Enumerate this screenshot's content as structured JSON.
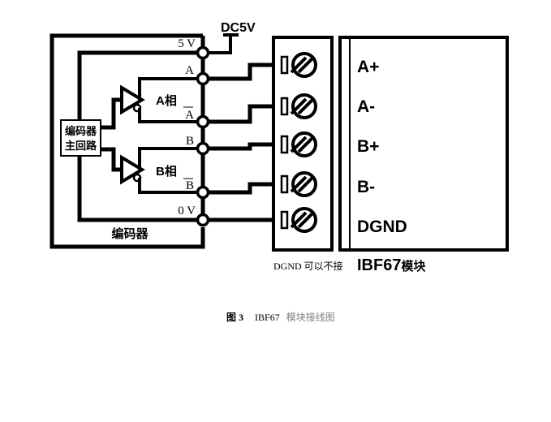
{
  "diagram": {
    "power_label": "DC5V",
    "encoder": {
      "title": "编码器",
      "main_circuit_line1": "编码器",
      "main_circuit_line2": "主回路",
      "phase_a": "A相",
      "phase_b": "B相",
      "pins": [
        {
          "id": "5v",
          "label": "5 V",
          "overline": false
        },
        {
          "id": "a",
          "label": "A",
          "overline": false
        },
        {
          "id": "a_bar",
          "label": "A",
          "overline": true
        },
        {
          "id": "b",
          "label": "B",
          "overline": false
        },
        {
          "id": "b_bar",
          "label": "B",
          "overline": true
        },
        {
          "id": "0v",
          "label": "0 V",
          "overline": false
        }
      ]
    },
    "module": {
      "title": "IBF67模块",
      "title_latin": "IBF67",
      "title_cjk": "模块",
      "terminals": [
        "A+",
        "A-",
        "B+",
        "B-",
        "DGND"
      ],
      "note": "DGND 可以不接"
    },
    "caption": {
      "figure": "图 3",
      "model": "IBF67",
      "text": "模块接线图"
    },
    "colors": {
      "line": "#000000",
      "background": "#ffffff",
      "caption_gray": "#7f7f7f"
    }
  }
}
